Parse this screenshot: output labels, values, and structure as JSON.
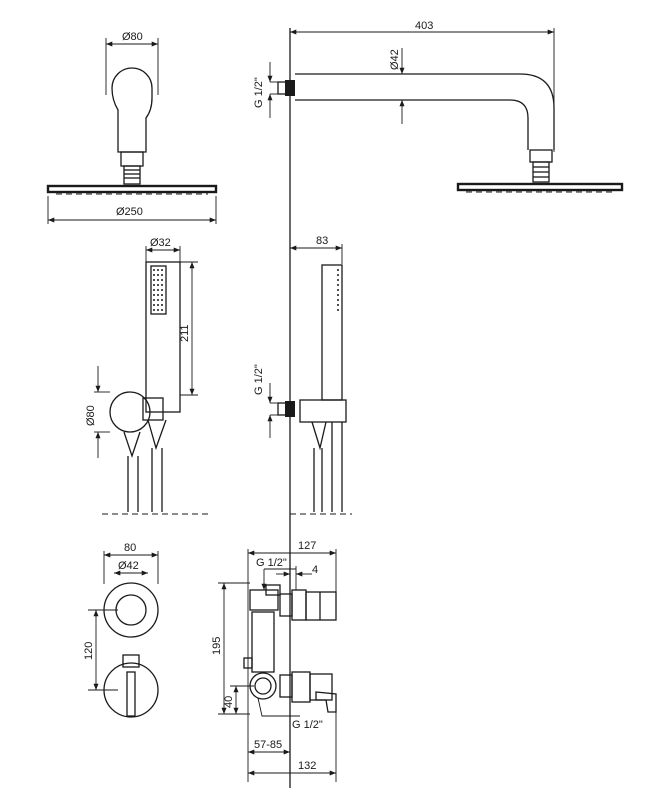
{
  "dimensions": {
    "head_diameter_small": "Ø80",
    "head_plate": "Ø250",
    "arm_length": "403",
    "arm_diameter": "Ø42",
    "thread_arm": "G 1/2\"",
    "handshower_diameter": "Ø32",
    "handshower_height": "211",
    "holder_diameter": "Ø80",
    "holder_depth": "83",
    "thread_holder": "G 1/2\"",
    "valve_width": "80",
    "valve_knob": "Ø42",
    "valve_spacing": "120",
    "body_depth_top": "127",
    "thread_valve_top": "G 1/2\"",
    "offset_small": "4",
    "body_height": "195",
    "outlet_height": "40",
    "thread_valve_bottom": "G 1/2\"",
    "install_depth": "57-85",
    "body_depth_bottom": "132"
  }
}
